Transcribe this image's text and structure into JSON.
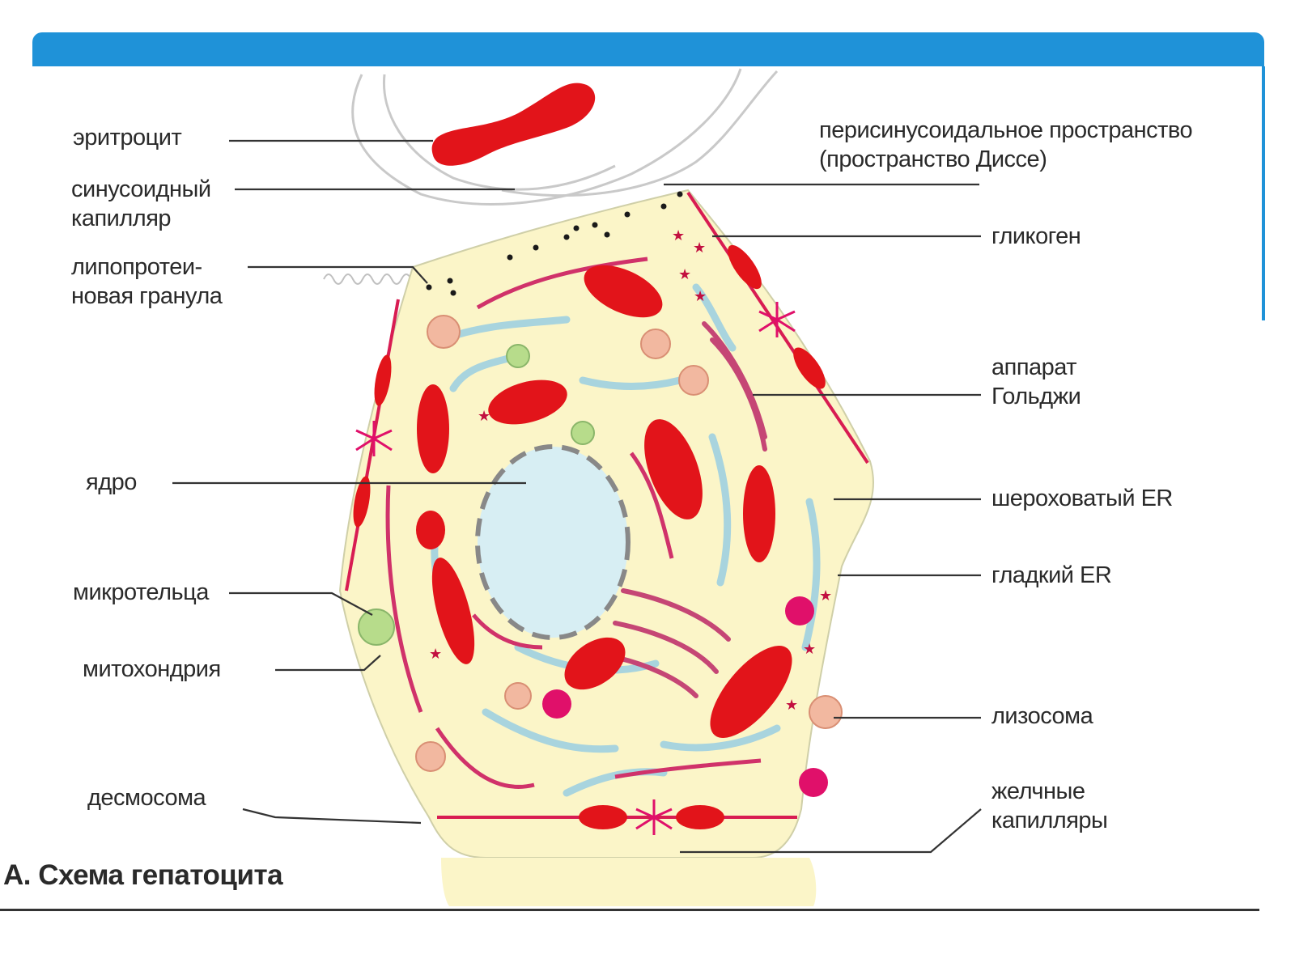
{
  "labels": {
    "erythrocyte": "эритроцит",
    "sinusoid": "синусоидный\nкапилляр",
    "lipoprotein": "липопротеи-\nновая гранула",
    "nucleus": "ядро",
    "microbody": "микротельца",
    "mitochondrion": "митохондрия",
    "desmosome": "десмосома",
    "disse": "перисинусоидальное пространство\n(пространство Диссе)",
    "glycogen": "гликоген",
    "golgi": "аппарат\nГольджи",
    "rough_er": "шероховатый ER",
    "smooth_er": "гладкий ER",
    "lysosome": "лизосома",
    "bile": "желчные\nкапилляры"
  },
  "caption": "А. Схема гепатоцита",
  "colors": {
    "header": "#1f92d8",
    "cytoplasm": "#fbf5c8",
    "mitochondria": "#e2141a",
    "rough_er": "#d0326a",
    "smooth_er": "#a8d4de",
    "nucleus": "#d7eef3",
    "golgi": "#c54675",
    "microbody": "#b7dc8b",
    "lysosome": "#f2b8a0",
    "membrane": "#d81c52"
  }
}
